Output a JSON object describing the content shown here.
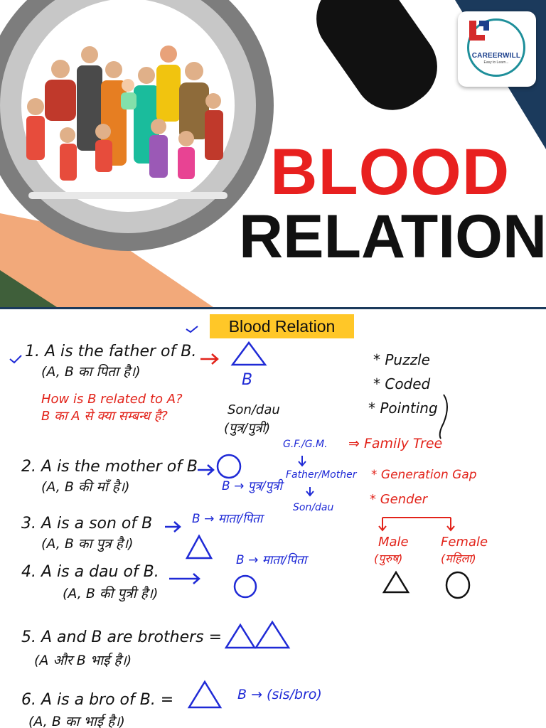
{
  "banner": {
    "brand_name": "CAREERWILL",
    "brand_tagline": "Easy to Learn...",
    "title_line1": "BLOOD",
    "title_line2": "RELATION",
    "colors": {
      "red": "#e8201f",
      "navy": "#1b3a5c",
      "peach": "#f2a97a"
    }
  },
  "notes": {
    "heading": "Blood Relation",
    "items": [
      {
        "statement": "1. A is the father of B.",
        "hindi": "(A, B का पिता है।)"
      },
      {
        "statement": "2. A is the mother of B",
        "hindi": "(A, B की माँ है।)"
      },
      {
        "statement": "3. A is a son of B",
        "hindi": "(A, B का पुत्र है।)"
      },
      {
        "statement": "4. A is a dau of B.",
        "hindi": "(A, B की पुत्री है।)"
      },
      {
        "statement": "5. A and B are brothers =",
        "hindi": "(A और B भाई है।)"
      },
      {
        "statement": "6. A is a bro of B. =",
        "hindi": "(A, B का भाई है।)"
      }
    ],
    "question_en": "How is B related to A?",
    "question_hi": "B का A से क्या सम्बन्ध है?",
    "answer_1": "Son/dau",
    "answer_1_hi": "(पुत्र/पुत्री)",
    "item_1_b": "B",
    "item_2_b": "B → पुत्र/पुत्री",
    "item_3_b": "B → माता/पिता",
    "item_4_b": "B → माता/पिता",
    "item_6_b": "B → (sis/bro)",
    "types": [
      "* Puzzle",
      "* Coded",
      "* Pointing"
    ],
    "tree": {
      "gf_gm": "G.F./G.M.",
      "family_tree": "⇒ Family Tree",
      "father_mother": "Father/Mother",
      "son_dau": "Son/dau",
      "generation_gap": "* Generation Gap",
      "gender": "* Gender",
      "male": "Male",
      "male_hi": "(पुरुष)",
      "female": "Female",
      "female_hi": "(महिला)"
    }
  }
}
